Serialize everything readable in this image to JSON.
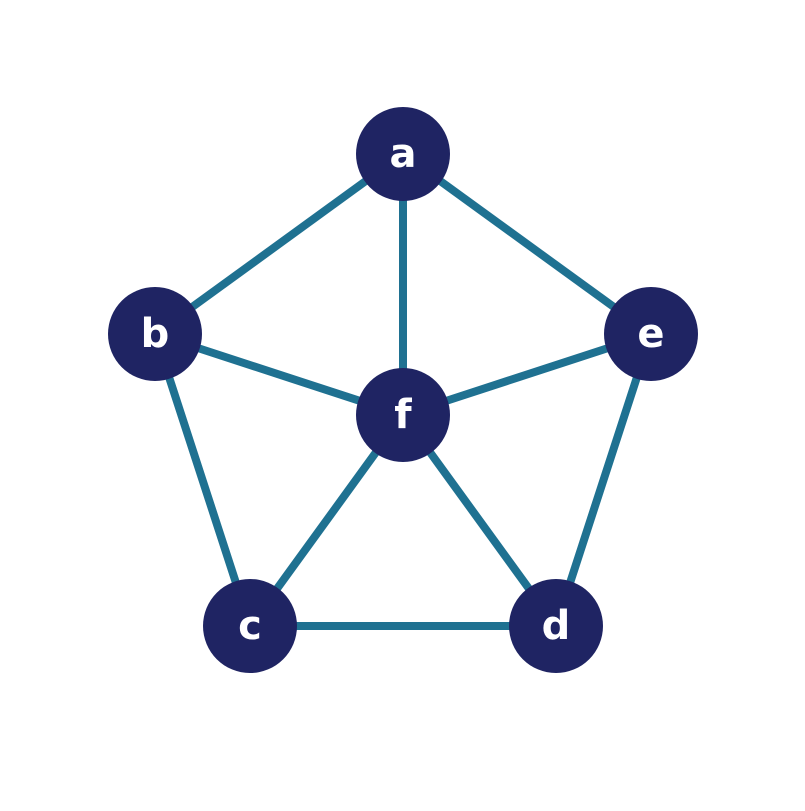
{
  "graph": {
    "colors": {
      "node_fill": "#1f2463",
      "edge": "#1f7191",
      "label": "#ffffff",
      "background": "#ffffff"
    },
    "nodes": [
      {
        "id": "a",
        "label": "a"
      },
      {
        "id": "b",
        "label": "b"
      },
      {
        "id": "c",
        "label": "c"
      },
      {
        "id": "d",
        "label": "d"
      },
      {
        "id": "e",
        "label": "e"
      },
      {
        "id": "f",
        "label": "f"
      }
    ],
    "edges": [
      {
        "from": "a",
        "to": "b"
      },
      {
        "from": "a",
        "to": "e"
      },
      {
        "from": "a",
        "to": "f"
      },
      {
        "from": "b",
        "to": "f"
      },
      {
        "from": "b",
        "to": "c"
      },
      {
        "from": "e",
        "to": "f"
      },
      {
        "from": "e",
        "to": "d"
      },
      {
        "from": "f",
        "to": "c"
      },
      {
        "from": "f",
        "to": "d"
      },
      {
        "from": "c",
        "to": "d"
      }
    ]
  }
}
